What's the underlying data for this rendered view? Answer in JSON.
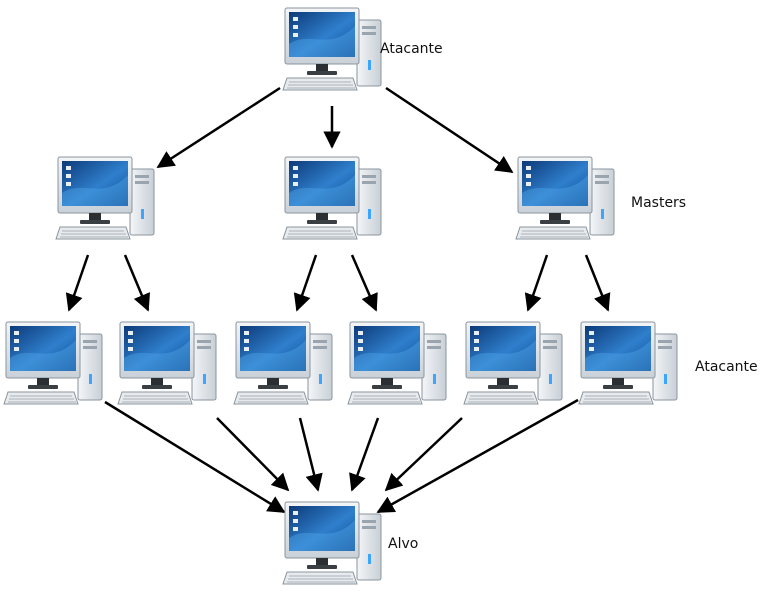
{
  "labels": {
    "top": "Atacante",
    "masters": "Masters",
    "attackers": "Atacante",
    "target": "Alvo"
  },
  "colors": {
    "screen_dark": "#0d3a78",
    "screen_light": "#3d8fd6",
    "case": "#d9dee3",
    "arrow": "#000000"
  },
  "nodes": [
    {
      "id": "top-attacker",
      "tier": "atacante"
    },
    {
      "id": "master-1",
      "tier": "masters"
    },
    {
      "id": "master-2",
      "tier": "masters"
    },
    {
      "id": "master-3",
      "tier": "masters"
    },
    {
      "id": "attacker-1",
      "tier": "atacante"
    },
    {
      "id": "attacker-2",
      "tier": "atacante"
    },
    {
      "id": "attacker-3",
      "tier": "atacante"
    },
    {
      "id": "attacker-4",
      "tier": "atacante"
    },
    {
      "id": "attacker-5",
      "tier": "atacante"
    },
    {
      "id": "attacker-6",
      "tier": "atacante"
    },
    {
      "id": "target",
      "tier": "alvo"
    }
  ],
  "edges": [
    [
      "top-attacker",
      "master-1"
    ],
    [
      "top-attacker",
      "master-2"
    ],
    [
      "top-attacker",
      "master-3"
    ],
    [
      "master-1",
      "attacker-1"
    ],
    [
      "master-1",
      "attacker-2"
    ],
    [
      "master-2",
      "attacker-3"
    ],
    [
      "master-2",
      "attacker-4"
    ],
    [
      "master-3",
      "attacker-5"
    ],
    [
      "master-3",
      "attacker-6"
    ],
    [
      "attacker-1",
      "target"
    ],
    [
      "attacker-2",
      "target"
    ],
    [
      "attacker-3",
      "target"
    ],
    [
      "attacker-4",
      "target"
    ],
    [
      "attacker-5",
      "target"
    ],
    [
      "attacker-6",
      "target"
    ]
  ]
}
